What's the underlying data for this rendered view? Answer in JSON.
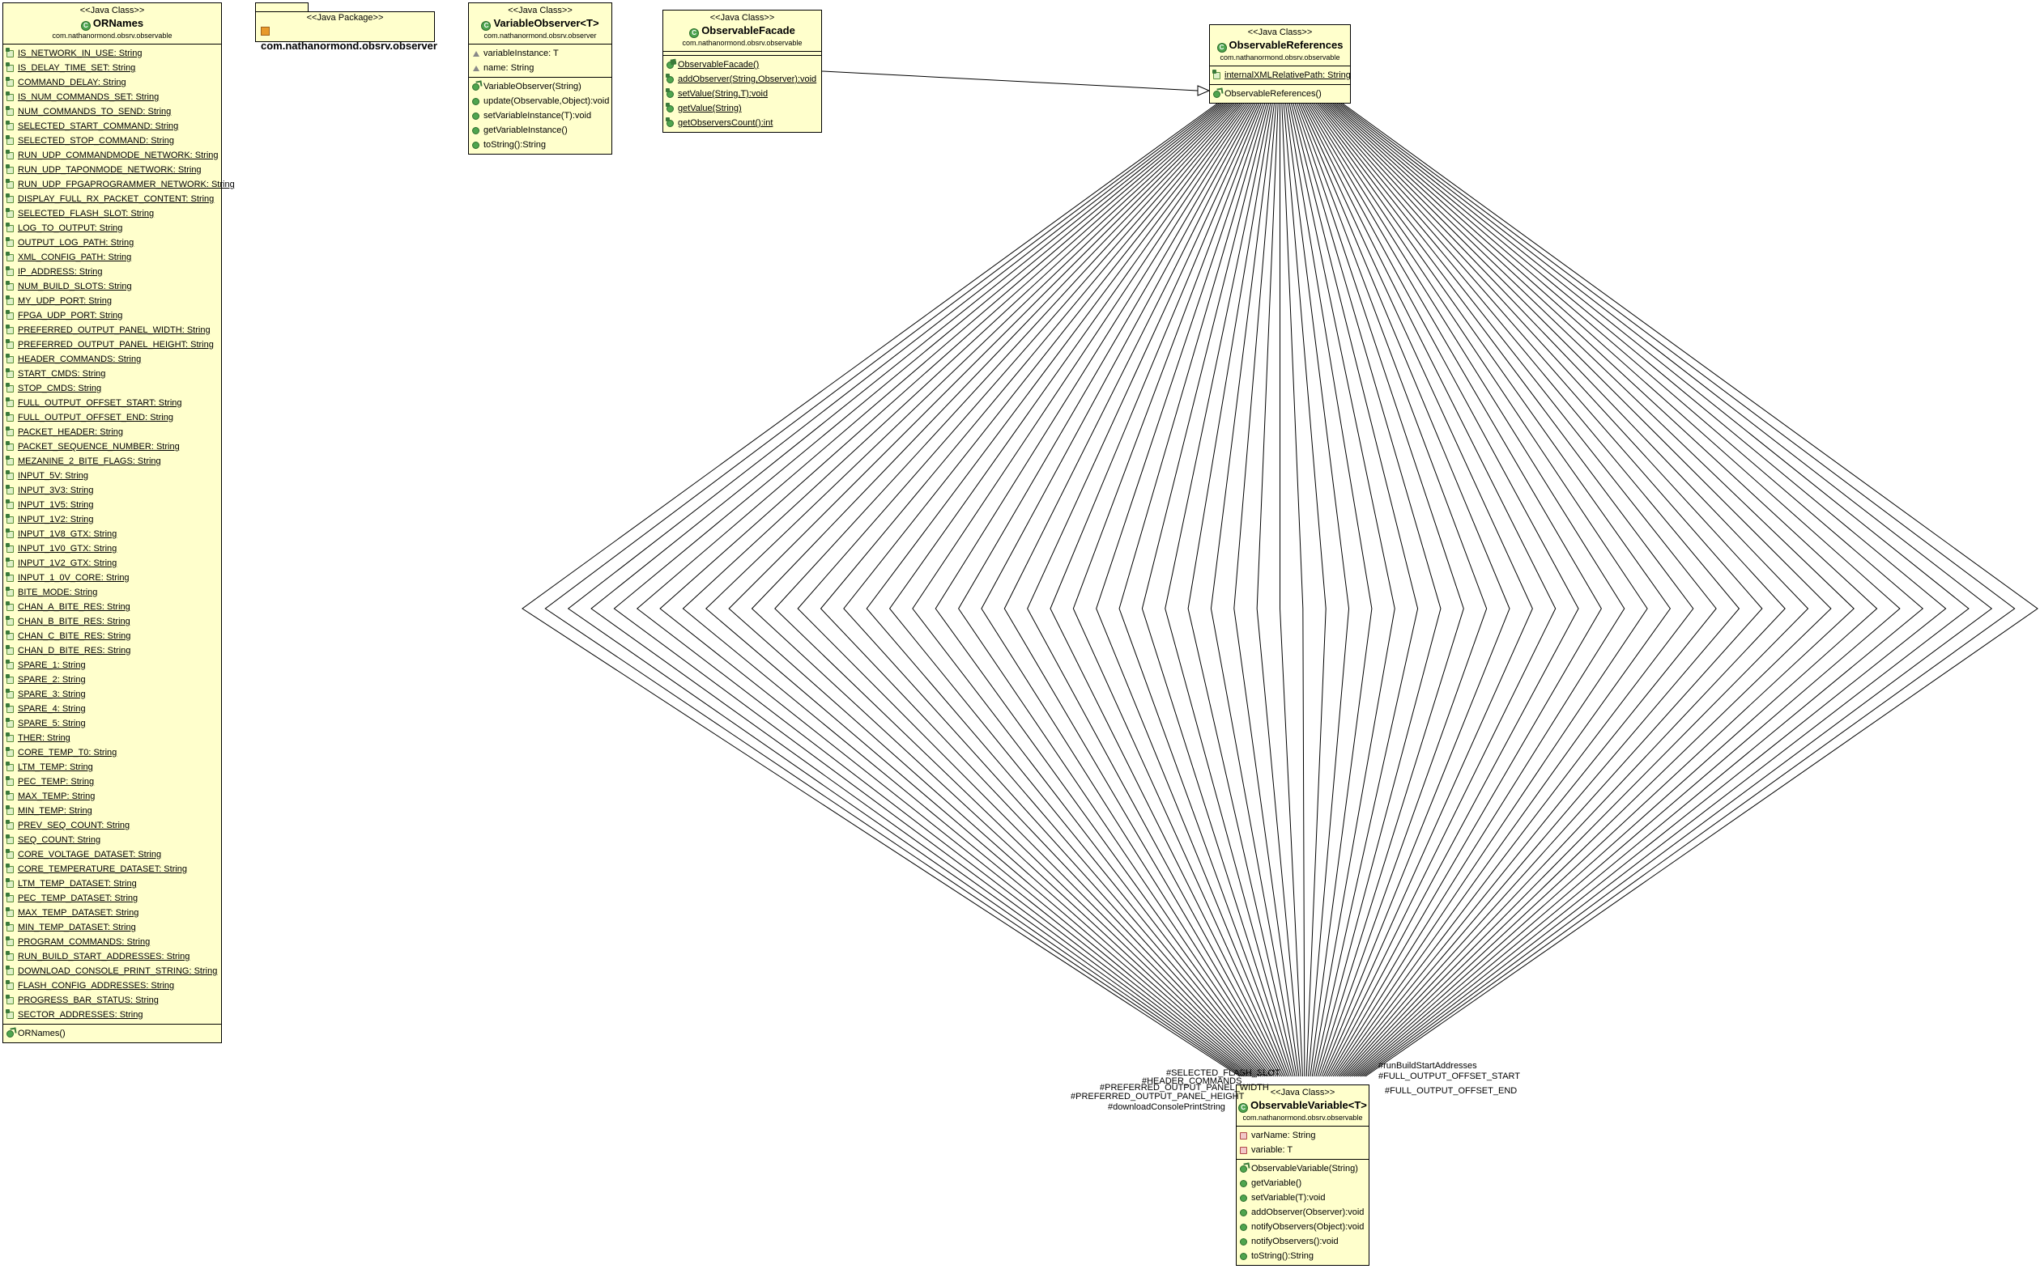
{
  "stereotypes": {
    "java_class": "<<Java Class>>",
    "java_package": "<<Java Package>>"
  },
  "ornames": {
    "name": "ORNames",
    "package": "com.nathanormond.obsrv.observable",
    "fields": [
      "IS_NETWORK_IN_USE: String",
      "IS_DELAY_TIME_SET: String",
      "COMMAND_DELAY: String",
      "IS_NUM_COMMANDS_SET: String",
      "NUM_COMMANDS_TO_SEND: String",
      "SELECTED_START_COMMAND: String",
      "SELECTED_STOP_COMMAND: String",
      "RUN_UDP_COMMANDMODE_NETWORK: String",
      "RUN_UDP_TAPONMODE_NETWORK: String",
      "RUN_UDP_FPGAPROGRAMMER_NETWORK: String",
      "DISPLAY_FULL_RX_PACKET_CONTENT: String",
      "SELECTED_FLASH_SLOT: String",
      "LOG_TO_OUTPUT: String",
      "OUTPUT_LOG_PATH: String",
      "XML_CONFIG_PATH: String",
      "IP_ADDRESS: String",
      "NUM_BUILD_SLOTS: String",
      "MY_UDP_PORT: String",
      "FPGA_UDP_PORT: String",
      "PREFERRED_OUTPUT_PANEL_WIDTH: String",
      "PREFERRED_OUTPUT_PANEL_HEIGHT: String",
      "HEADER_COMMANDS: String",
      "START_CMDS: String",
      "STOP_CMDS: String",
      "FULL_OUTPUT_OFFSET_START: String",
      "FULL_OUTPUT_OFFSET_END: String",
      "PACKET_HEADER: String",
      "PACKET_SEQUENCE_NUMBER: String",
      "MEZANINE_2_BITE_FLAGS: String",
      "INPUT_5V: String",
      "INPUT_3V3: String",
      "INPUT_1V5: String",
      "INPUT_1V2: String",
      "INPUT_1V8_GTX: String",
      "INPUT_1V0_GTX: String",
      "INPUT_1V2_GTX: String",
      "INPUT_1_0V_CORE: String",
      "BITE_MODE: String",
      "CHAN_A_BITE_RES: String",
      "CHAN_B_BITE_RES: String",
      "CHAN_C_BITE_RES: String",
      "CHAN_D_BITE_RES: String",
      "SPARE_1: String",
      "SPARE_2: String",
      "SPARE_3: String",
      "SPARE_4: String",
      "SPARE_5: String",
      "THER: String",
      "CORE_TEMP_T0: String",
      "LTM_TEMP: String",
      "PEC_TEMP: String",
      "MAX_TEMP: String",
      "MIN_TEMP: String",
      "PREV_SEQ_COUNT: String",
      "SEQ_COUNT: String",
      "CORE_VOLTAGE_DATASET: String",
      "CORE_TEMPERATURE_DATASET: String",
      "LTM_TEMP_DATASET: String",
      "PEC_TEMP_DATASET: String",
      "MAX_TEMP_DATASET: String",
      "MIN_TEMP_DATASET: String",
      "PROGRAM_COMMANDS: String",
      "RUN_BUILD_START_ADDRESSES: String",
      "DOWNLOAD_CONSOLE_PRINT_STRING: String",
      "FLASH_CONFIG_ADDRESSES: String",
      "PROGRESS_BAR_STATUS: String",
      "SECTOR_ADDRESSES: String"
    ],
    "methods": [
      "ORNames()"
    ]
  },
  "package_box": {
    "name": "com.nathanormond.obsrv.observer"
  },
  "variable_observer": {
    "name": "VariableObserver<T>",
    "package": "com.nathanormond.obsrv.observer",
    "fields": [
      "variableInstance: T",
      "name: String"
    ],
    "methods": [
      "VariableObserver(String)",
      "update(Observable,Object):void",
      "setVariableInstance(T):void",
      "getVariableInstance()",
      "toString():String"
    ]
  },
  "observable_facade": {
    "name": "ObservableFacade",
    "package": "com.nathanormond.obsrv.observable",
    "methods": [
      "ObservableFacade()",
      "addObserver(String,Observer):void",
      "setValue(String,T):void",
      "getValue(String)",
      "getObserversCount():int"
    ]
  },
  "observable_references": {
    "name": "ObservableReferences",
    "package": "com.nathanormond.obsrv.observable",
    "fields": [
      "internalXMLRelativePath: String"
    ],
    "methods": [
      "ObservableReferences()"
    ]
  },
  "observable_variable": {
    "name": "ObservableVariable<T>",
    "package": "com.nathanormond.obsrv.observable",
    "fields": [
      "varName: String",
      "variable: T"
    ],
    "methods": [
      "ObservableVariable(String)",
      "getVariable()",
      "setVariable(T):void",
      "addObserver(Observer):void",
      "notifyObservers(Object):void",
      "notifyObservers():void",
      "toString():String"
    ]
  },
  "role_labels": [
    "#runBuildStartAddresses",
    "#FULL_OUTPUT_OFFSET_START",
    "#HEADER_COMMANDS",
    "#FULL_OUTPUT_OFFSET_END",
    "#PREFERRED_OUTPUT_PANEL_WIDTH",
    "#PREFERRED_OUTPUT_PANEL_HEIGHT",
    "#downloadConsolePrintString",
    "#SELECTED_FLASH_SLOT"
  ]
}
